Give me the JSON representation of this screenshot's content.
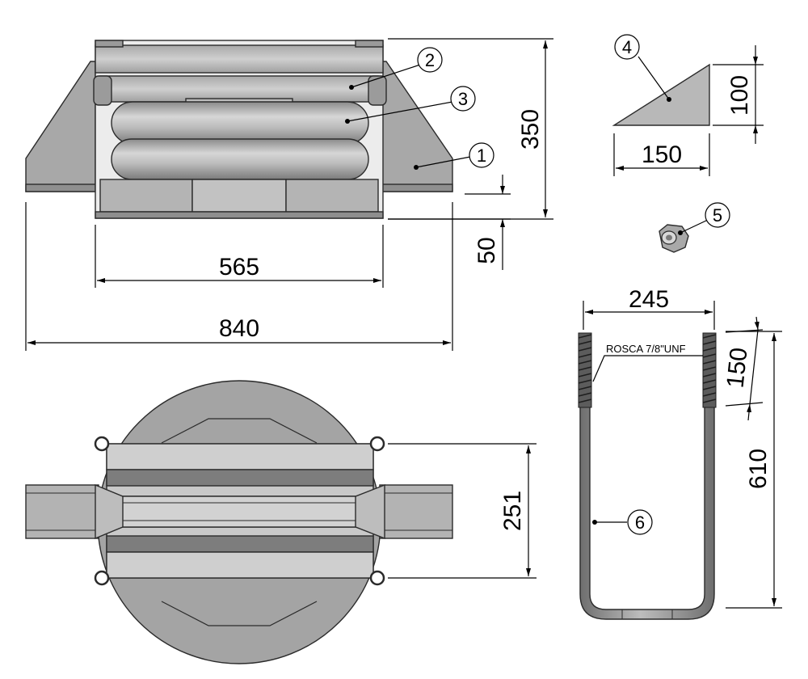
{
  "dimensions": {
    "top_view_height": "350",
    "bolt_offset": "50",
    "inner_width": "565",
    "overall_width": "840",
    "wedge_height": "100",
    "wedge_width": "150",
    "ubolt_width": "245",
    "thread_length": "150",
    "ubolt_length": "610",
    "plan_width": "251"
  },
  "labels": {
    "thread_spec": "ROSCA 7/8\"UNF"
  },
  "balloons": {
    "b1": "1",
    "b2": "2",
    "b3": "3",
    "b4": "4",
    "b5": "5",
    "b6": "6"
  },
  "colors": {
    "metal_light": "#bdbdbd",
    "metal_mid": "#9e9e9e",
    "metal_dark": "#7a7a7a",
    "outline": "#2b2b2b"
  }
}
